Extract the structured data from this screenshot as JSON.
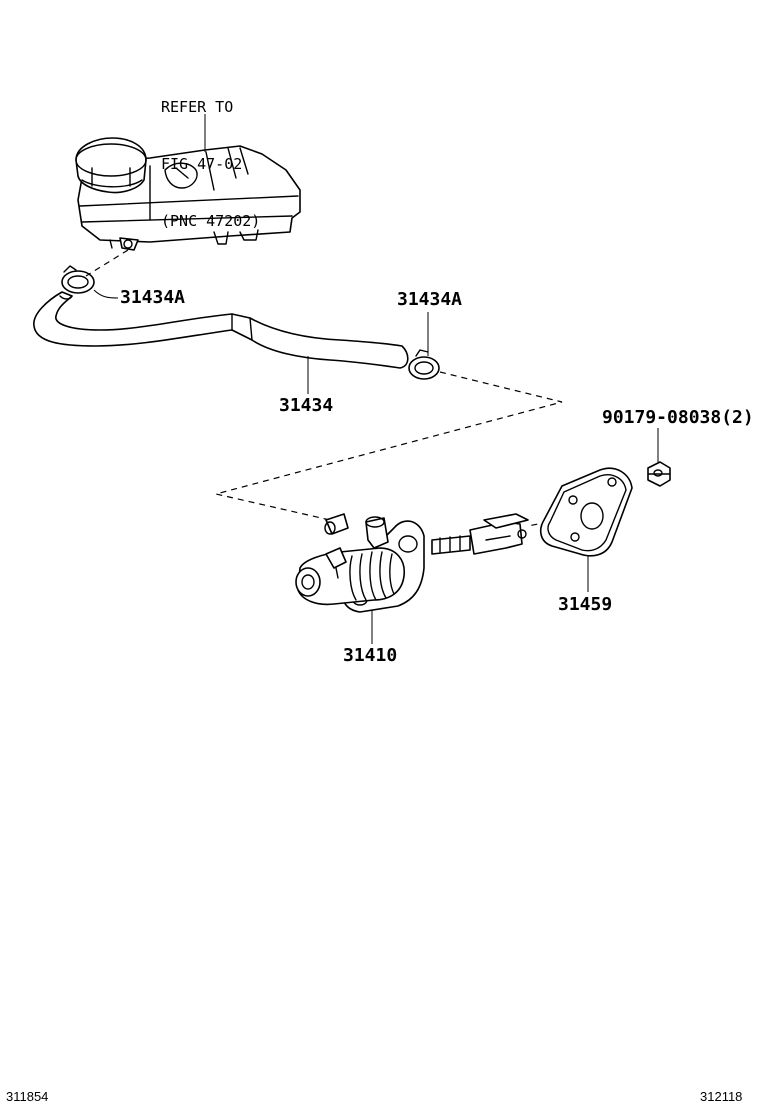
{
  "reference_note": [
    "REFER TO",
    "FIG 47-02",
    "(PNC 47202)"
  ],
  "callouts": {
    "clamp_upper": "31434A",
    "clamp_lower": "31434A",
    "hose": "31434",
    "nut": "90179-08038(2)",
    "gasket": "31459",
    "master_cylinder": "31410"
  },
  "footer": {
    "left_code": "311854",
    "right_code": "312118"
  }
}
